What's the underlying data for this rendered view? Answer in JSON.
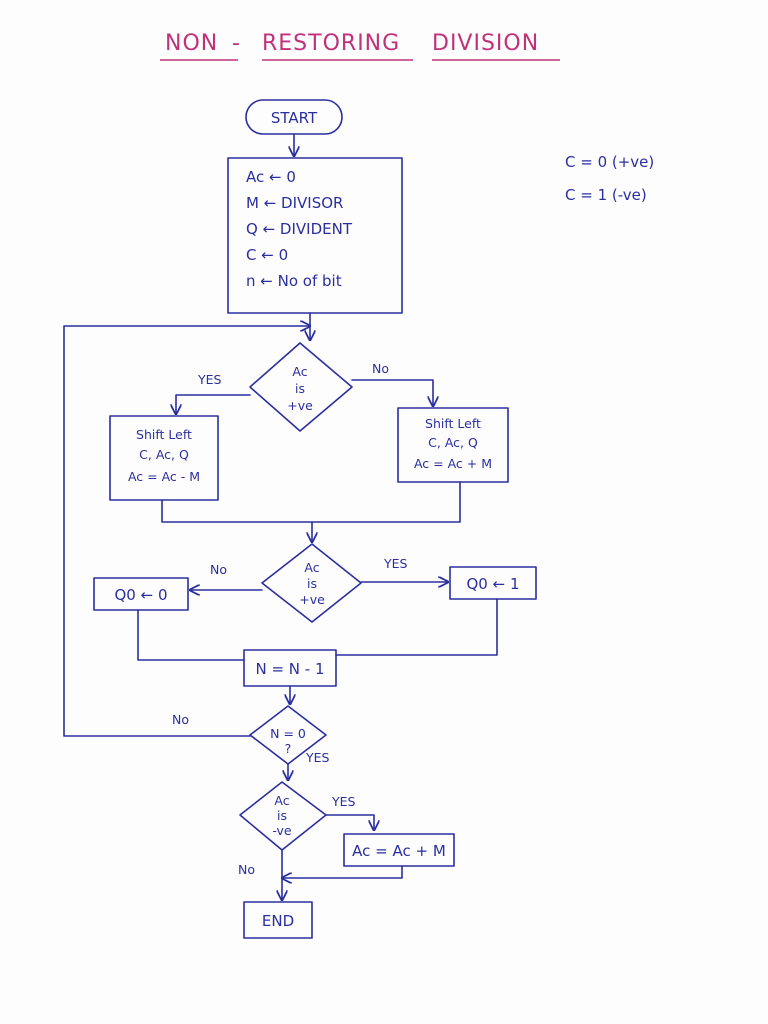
{
  "title": {
    "word_1": "NON",
    "dash": "-",
    "word_2": "RESTORING",
    "word_3": "DIVISION"
  },
  "legend": {
    "line_1": "C = 0 (+ve)",
    "line_2": "C = 1 (-ve)"
  },
  "nodes": {
    "start": "START",
    "init_lines": [
      "Ac ← 0",
      "M ← DIVISOR",
      "Q ← DIVIDENT",
      "C ← 0",
      "n ← No of bit"
    ],
    "decision_1_lines": [
      "Ac",
      "is",
      "+ve"
    ],
    "left_shift_sub_lines": [
      "Shift Left",
      "C, Ac, Q",
      "Ac = Ac - M"
    ],
    "right_shift_add_lines": [
      "Shift Left",
      "C, Ac, Q",
      "Ac = Ac + M"
    ],
    "decision_2_lines": [
      "Ac",
      "is",
      "+ve"
    ],
    "q0_zero": "Q0 ← 0",
    "q0_one": "Q0 ← 1",
    "decrement": "N = N - 1",
    "decision_3_lines": [
      "N = 0",
      "?"
    ],
    "decision_4_lines": [
      "Ac",
      "is",
      "-ve"
    ],
    "restore": "Ac = Ac + M",
    "end": "END"
  },
  "edge_labels": {
    "d1_yes": "YES",
    "d1_no": "No",
    "d2_no": "No",
    "d2_yes": "YES",
    "d3_no": "No",
    "d3_yes": "YES",
    "d4_yes": "YES",
    "d4_no": "No"
  },
  "colors": {
    "ink": "#2b2f9e",
    "title": "#c0317a",
    "paper": "#fdfdfd"
  }
}
